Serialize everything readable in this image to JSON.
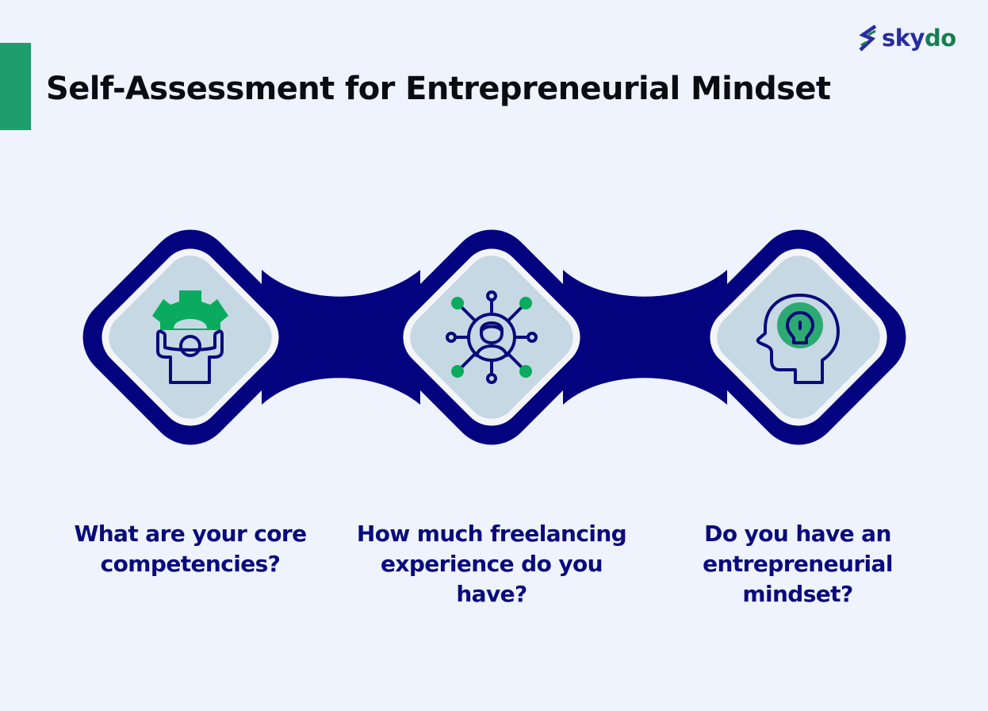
{
  "header": {
    "title": "Self-Assessment for Entrepreneurial Mindset",
    "accent_color": "#1d9e6c"
  },
  "brand": {
    "logo_part1": "sky",
    "logo_part2": "do",
    "logo_icon": "double-chevron-s-icon",
    "primary_color": "#2a2aa0",
    "secondary_color": "#177d4f"
  },
  "diagram": {
    "connector_color": "#03037f",
    "inner_ring_color": "#f7f8fa",
    "tile_color": "#c6d8e4",
    "icon_green": "#0aab5e",
    "steps": [
      {
        "icon": "person-lifting-gear-icon",
        "label": "What are your core competencies?"
      },
      {
        "icon": "person-network-icon",
        "label": "How much freelancing experience do you have?"
      },
      {
        "icon": "head-with-lightbulb-icon",
        "label": "Do you have an entrepreneurial mindset?"
      }
    ]
  }
}
